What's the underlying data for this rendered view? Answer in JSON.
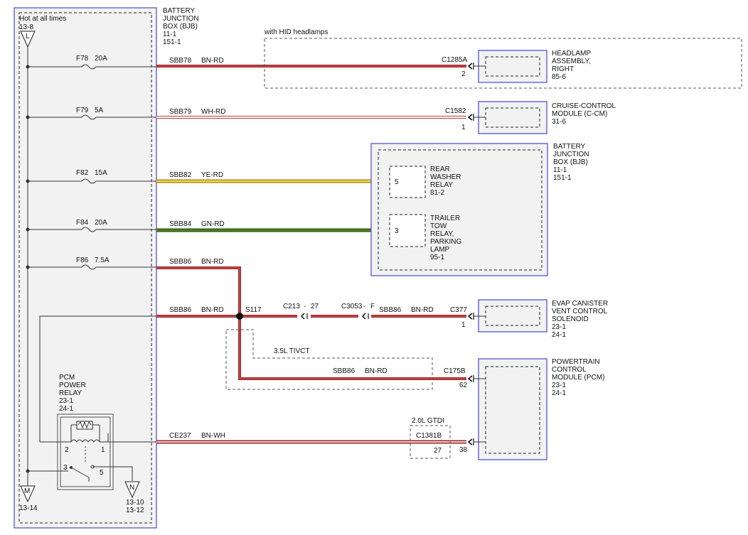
{
  "bjb": {
    "hot": "Hot at all times",
    "hot_ref": "13-8",
    "l_label": "L",
    "title": [
      "BATTERY",
      "JUNCTION",
      "BOX (BJB)",
      "11-1",
      "151-1"
    ],
    "m_label": "M",
    "m_ref": "13-14",
    "n_label": "N",
    "n_ref": [
      "13-10",
      "13-12"
    ]
  },
  "fuses": [
    {
      "name": "F78",
      "rating": "20A"
    },
    {
      "name": "F79",
      "rating": "5A"
    },
    {
      "name": "F82",
      "rating": "15A"
    },
    {
      "name": "F84",
      "rating": "20A"
    },
    {
      "name": "F86",
      "rating": "7.5A"
    }
  ],
  "wires": {
    "w1": {
      "circuit": "SBB78",
      "color": "BN-RD"
    },
    "w2": {
      "circuit": "SBB79",
      "color": "WH-RD"
    },
    "w3": {
      "circuit": "SBB82",
      "color": "YE-RD"
    },
    "w4": {
      "circuit": "SBB84",
      "color": "GN-RD"
    },
    "w5": {
      "circuit": "SBB86",
      "color": "BN-RD"
    },
    "w6": {
      "circuit": "SBB86",
      "color": "BN-RD"
    },
    "w7": {
      "circuit": "SBB86",
      "color": "BN-RD"
    },
    "w8": {
      "circuit": "SBB86",
      "color": "BN-RD"
    },
    "w9": {
      "circuit": "CE237",
      "color": "BN-WH"
    }
  },
  "hid_note": "with HID headlamps",
  "connectors": {
    "c1285a": {
      "name": "C1285A",
      "pin": "2"
    },
    "c1582": {
      "name": "C1582",
      "pin": "1"
    },
    "c213": {
      "name": "C213",
      "pin": "27"
    },
    "c3053": {
      "name": "C3053",
      "pin": "F"
    },
    "c377": {
      "name": "C377",
      "pin": "1"
    },
    "c175b": {
      "name": "C175B",
      "pin": "62"
    },
    "c1381b": {
      "name": "C1381B",
      "pin": "27"
    },
    "pin38": "38",
    "dash": "-"
  },
  "splice": "S117",
  "tivct_note": "3.5L TIVCT",
  "gtdi_note": "2.0L GTDI",
  "components": {
    "headlamp": [
      "HEADLAMP",
      "ASSEMBLY,",
      "RIGHT",
      "85-6"
    ],
    "ccm": [
      "CRUISE-CONTROL",
      "MODULE (C-CM)",
      "31-6"
    ],
    "bjb2": [
      "BATTERY",
      "JUNCTION",
      "BOX (BJB)",
      "11-1",
      "151-1"
    ],
    "rear_washer": [
      "REAR",
      "WASHER",
      "RELAY",
      "81-2"
    ],
    "rear_washer_pin": "5",
    "trailer_tow": [
      "TRAILER",
      "TOW",
      "RELAY,",
      "PARKING",
      "LAMP",
      "95-1"
    ],
    "trailer_tow_pin": "3",
    "evap": [
      "EVAP CANISTER",
      "VENT CONTROL",
      "SOLENOID",
      "23-1",
      "24-1"
    ],
    "pcm": [
      "POWERTRAIN",
      "CONTROL",
      "MODULE (PCM)",
      "23-1",
      "24-1"
    ],
    "pcm_relay": [
      "PCM",
      "POWER",
      "RELAY",
      "23-1",
      "24-1"
    ],
    "relay_pins": {
      "p1": "1",
      "p2": "2",
      "p3": "3",
      "p5": "5"
    }
  }
}
